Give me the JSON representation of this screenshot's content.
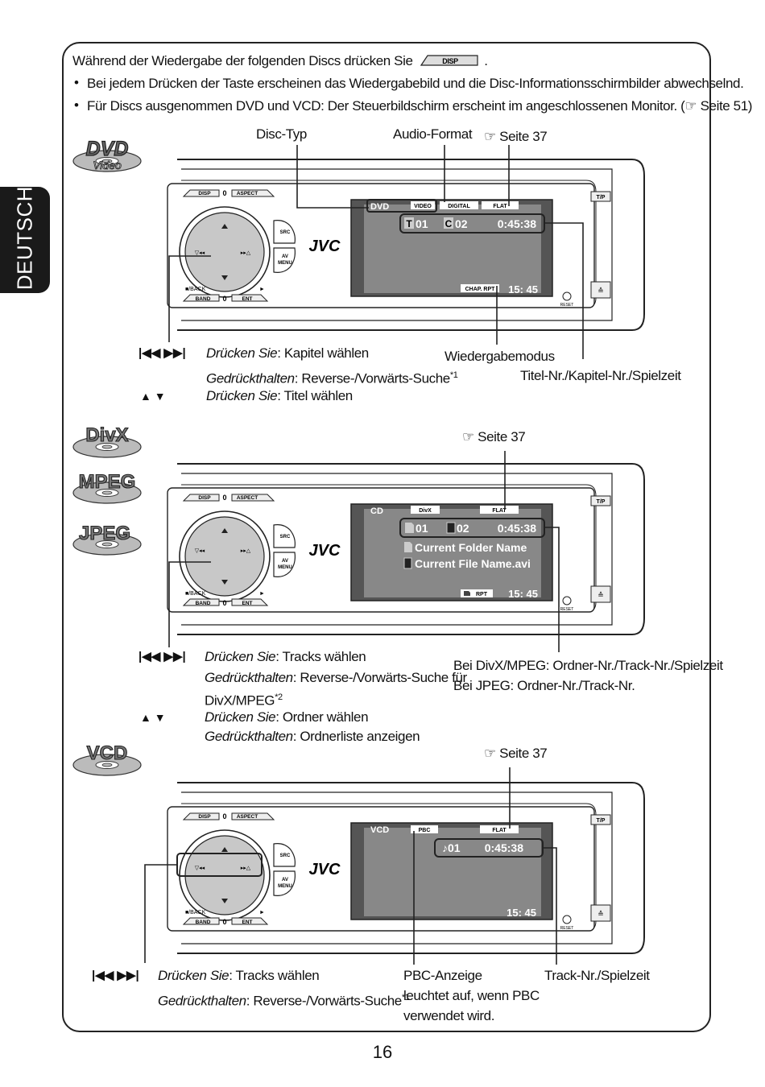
{
  "side_tab": "DEUTSCH",
  "intro": {
    "line1_before": "Während der Wiedergabe der folgenden Discs drücken Sie",
    "disp_label": "DISP",
    "line1_after": ".",
    "bullet1": "Bei jedem Drücken der Taste erscheinen das Wiedergabebild und die Disc-Informationsschirmbilder abwechselnd.",
    "bullet2": "Für Discs ausgenommen DVD und VCD: Der Steuerbildschirm erscheint im angeschlossenen Monitor. (☞ Seite 51)"
  },
  "logos": {
    "dvd_top": "DVD",
    "dvd_bottom": "Video",
    "divx": "DivX",
    "mpeg": "MPEG",
    "jpeg": "JPEG",
    "vcd": "VCD"
  },
  "unit": {
    "disp": "DISP",
    "aspect": "ASPECT",
    "src": "SRC",
    "av": "AV",
    "menu": "MENU",
    "brand": "JVC",
    "back": "■/BACK",
    "play": "►",
    "band": "BAND",
    "ent": "ENT",
    "tp": "T/P",
    "reset": "RESET",
    "eject": "≙"
  },
  "section_dvd": {
    "label_disc_type": "Disc-Typ",
    "label_audio_format": "Audio-Format",
    "label_page_ref": "☞ Seite 37",
    "lcd": {
      "disc": "DVD",
      "video": "VIDEO",
      "digital": "DIGITAL",
      "flat": "FLAT",
      "title_icon": "T",
      "title_num": "01",
      "chapter_icon": "C",
      "chapter_num": "02",
      "time": "0:45:38",
      "mode": "CHAP. RPT",
      "clock": "15: 45"
    },
    "label_mode": "Wiedergabemodus",
    "label_info": "Titel-Nr./Kapitel-Nr./Spielzeit",
    "instructions": [
      {
        "keys": "|◀◀ ▶▶|",
        "prefix": "Drücken Sie",
        "text": ": Kapitel wählen"
      },
      {
        "keys": "",
        "prefix": "Gedrückthalten",
        "text": ": Reverse-/Vorwärts-Suche",
        "sup": "*1"
      },
      {
        "keys": "▲ ▼",
        "prefix": "Drücken Sie",
        "text": ": Titel wählen"
      }
    ]
  },
  "section_divx": {
    "label_page_ref": "☞ Seite 37",
    "lcd": {
      "disc": "CD",
      "format": "DivX",
      "flat": "FLAT",
      "folder_num": "01",
      "track_num": "02",
      "time": "0:45:38",
      "folder_name": "Current Folder Name",
      "file_name": "Current File Name.avi",
      "mode": "RPT",
      "clock": "15: 45"
    },
    "label_info_1": "Bei DivX/MPEG: Ordner-Nr./Track-Nr./Spielzeit",
    "label_info_2": "Bei JPEG: Ordner-Nr./Track-Nr.",
    "instructions": [
      {
        "keys": "|◀◀ ▶▶|",
        "prefix": "Drücken Sie",
        "text": ": Tracks wählen"
      },
      {
        "keys": "",
        "prefix": "Gedrückthalten",
        "text": ": Reverse-/Vorwärts-Suche für"
      },
      {
        "keys": "",
        "prefix": "",
        "text": "DivX/MPEG",
        "sup": "*2"
      },
      {
        "keys": "▲ ▼",
        "prefix": "Drücken Sie",
        "text": ": Ordner wählen"
      },
      {
        "keys": "",
        "prefix": "Gedrückthalten",
        "text": ": Ordnerliste anzeigen"
      }
    ]
  },
  "section_vcd": {
    "label_page_ref": "☞ Seite 37",
    "lcd": {
      "disc": "VCD",
      "pbc": "PBC",
      "flat": "FLAT",
      "track_num": "♪01",
      "time": "0:45:38",
      "clock": "15: 45"
    },
    "label_pbc_1": "PBC-Anzeige",
    "label_pbc_2": "leuchtet auf, wenn PBC",
    "label_pbc_3": "verwendet wird.",
    "label_info": "Track-Nr./Spielzeit",
    "instructions": [
      {
        "keys": "|◀◀ ▶▶|",
        "prefix": "Drücken Sie",
        "text": ": Tracks wählen"
      },
      {
        "keys": "",
        "prefix": "Gedrückthalten",
        "text": ": Reverse-/Vorwärts-Suche",
        "sup": "*1"
      }
    ]
  },
  "page_number": "16"
}
